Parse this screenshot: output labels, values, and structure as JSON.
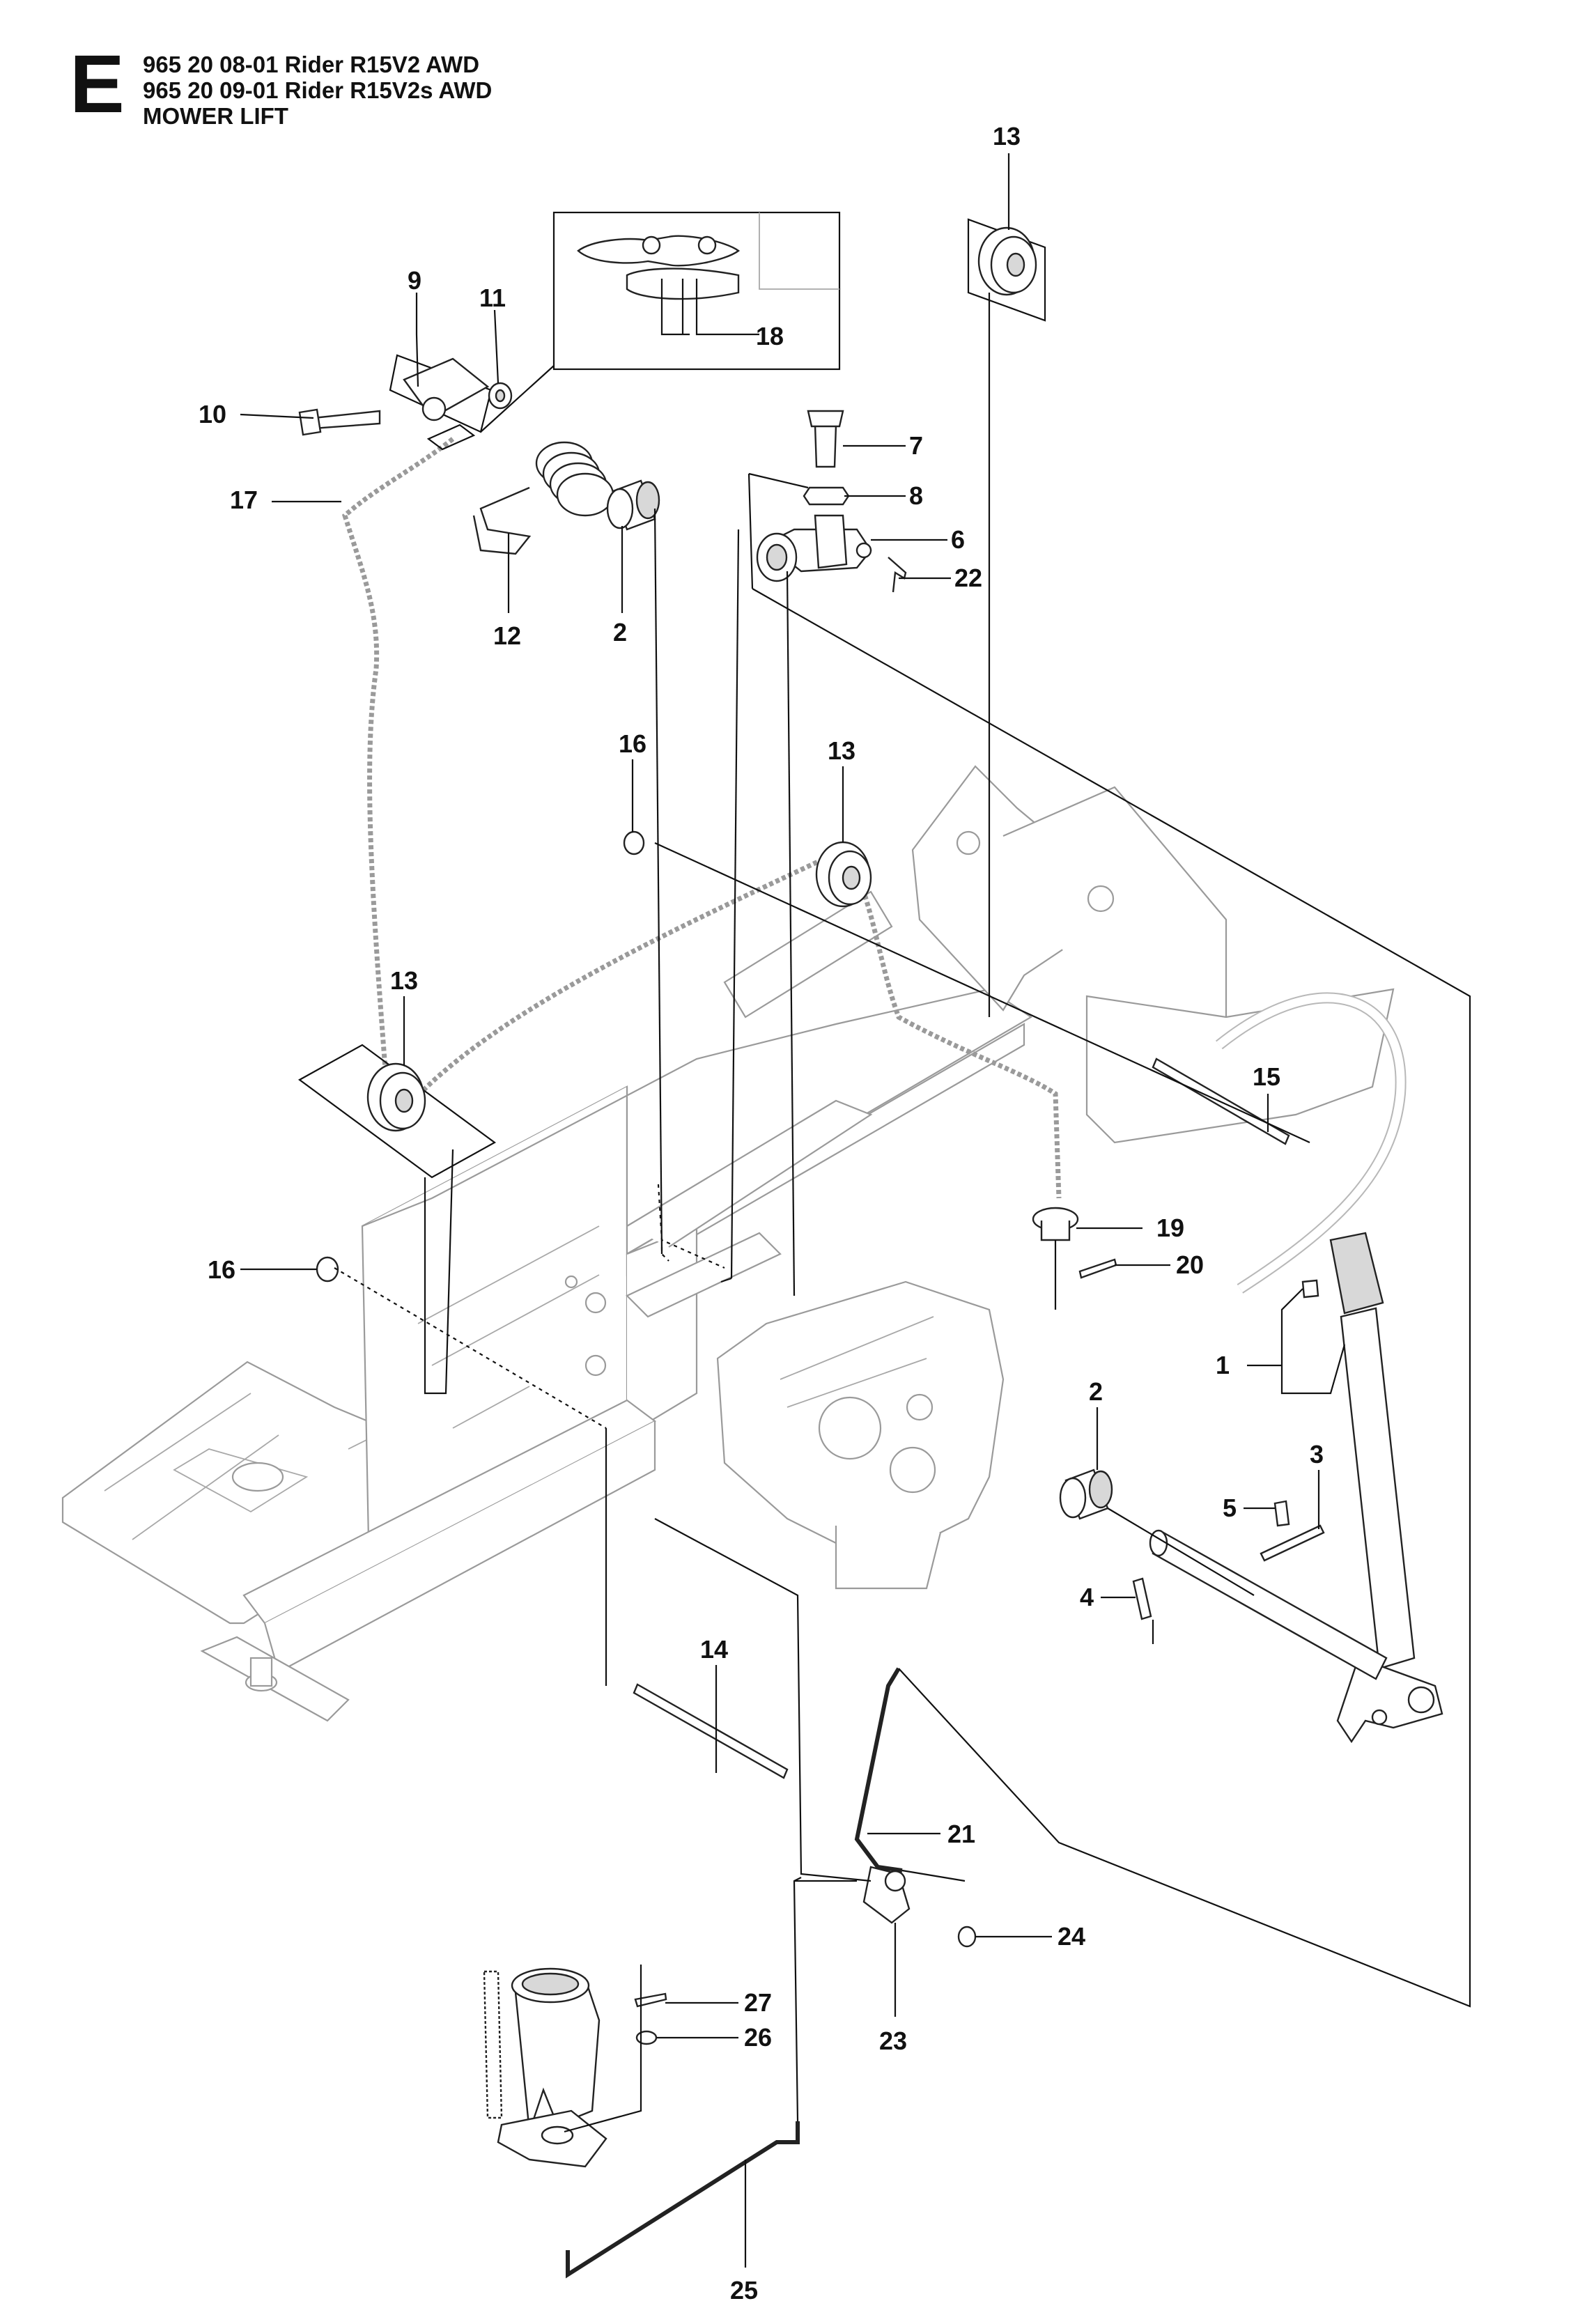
{
  "header": {
    "section_letter": "E",
    "model_line_1": "965 20 08-01 Rider R15V2 AWD",
    "model_line_2": "965 20 09-01 Rider R15V2s AWD",
    "title": "MOWER LIFT"
  },
  "callouts": {
    "c1": "1",
    "c2a": "2",
    "c2b": "2",
    "c3": "3",
    "c4": "4",
    "c5": "5",
    "c6": "6",
    "c7": "7",
    "c8": "8",
    "c9": "9",
    "c10": "10",
    "c11": "11",
    "c12": "12",
    "c13a": "13",
    "c13b": "13",
    "c13c": "13",
    "c14": "14",
    "c15": "15",
    "c16a": "16",
    "c16b": "16",
    "c17": "17",
    "c18": "18",
    "c19": "19",
    "c20": "20",
    "c21": "21",
    "c22": "22",
    "c23": "23",
    "c24": "24",
    "c25": "25",
    "c26": "26",
    "c27": "27"
  }
}
